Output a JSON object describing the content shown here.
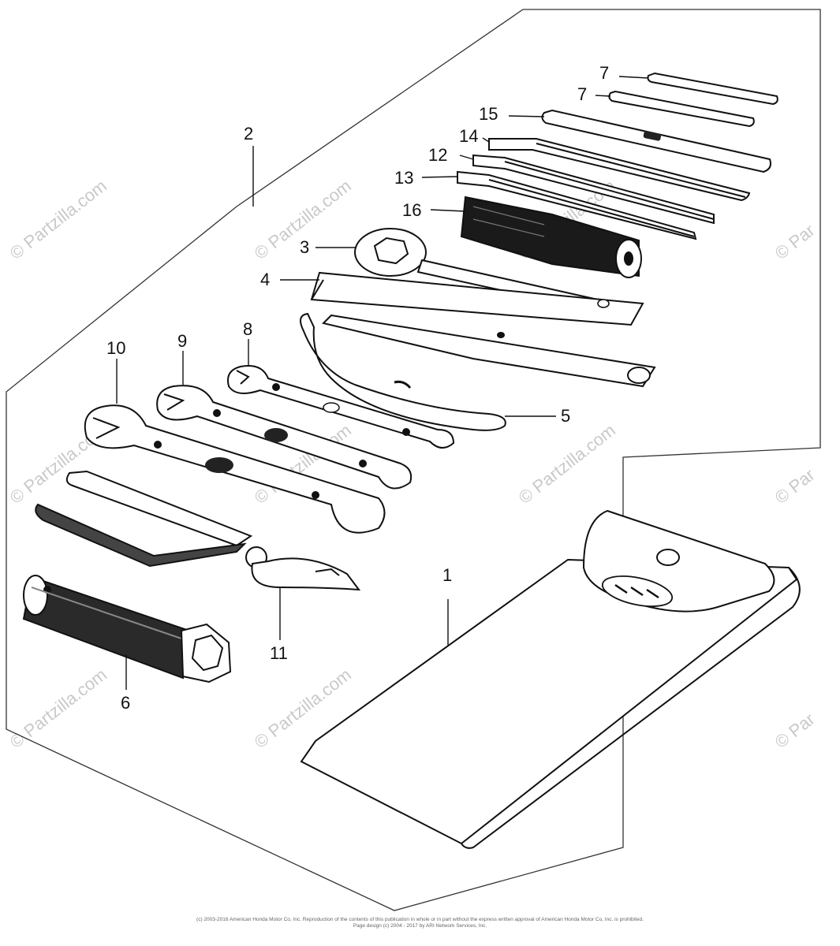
{
  "callouts": {
    "c1": "1",
    "c2": "2",
    "c3": "3",
    "c4": "4",
    "c5": "5",
    "c6": "6",
    "c7a": "7",
    "c7b": "7",
    "c8": "8",
    "c9": "9",
    "c10": "10",
    "c11": "11",
    "c12": "12",
    "c13": "13",
    "c14": "14",
    "c15": "15",
    "c16": "16"
  },
  "watermark": {
    "text": "© Partzilla.com",
    "partial_text": "© Par"
  },
  "footer": {
    "line1": "(c) 2003-2016 American Honda Motor Co, Inc. Reproduction of the contents of this publication in whole or in part without the express written approval of American Honda Motor Co, Inc. is prohibited.",
    "line2": "Page design (c) 2004 - 2017 by ARI Network Services, Inc."
  },
  "colors": {
    "line": "#111111",
    "watermark": "#c9c9c9",
    "background": "#ffffff"
  }
}
